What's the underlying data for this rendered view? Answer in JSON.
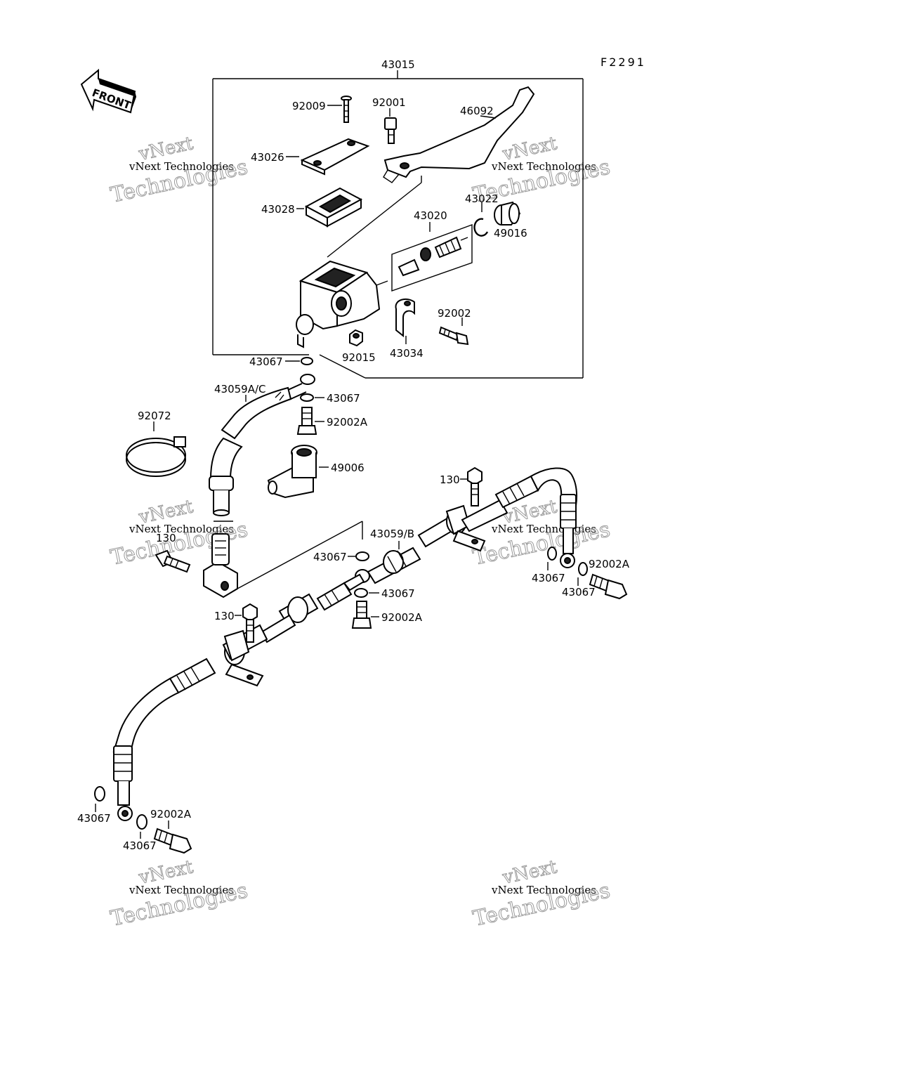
{
  "figure_code": "F2291",
  "front_label": "FRONT",
  "watermark": {
    "line_small": "vNext Technologies",
    "line_large": "Technologies",
    "line_mid": "vNext"
  },
  "labels": {
    "p43015": "43015",
    "p92009": "92009",
    "p92001": "92001",
    "p46092": "46092",
    "p43026": "43026",
    "p43028": "43028",
    "p43022": "43022",
    "p43020": "43020",
    "p49016": "49016",
    "p92002": "92002",
    "p92015": "92015",
    "p43034": "43034",
    "p43067_a": "43067",
    "p43059ac": "43059A/C",
    "p43067_b": "43067",
    "p92072": "92072",
    "p92002a_a": "92002A",
    "p49006": "49006",
    "p130_a": "130",
    "p130_b": "130",
    "p43059b": "43059/B",
    "p43067_c": "43067",
    "p43067_d": "43067",
    "p92002a_b": "92002A",
    "p130_c": "130",
    "p43067_e": "43067",
    "p92002a_c": "92002A",
    "p43067_f": "43067",
    "p43067_g": "43067",
    "p92002a_d": "92002A",
    "p43067_h": "43067"
  }
}
